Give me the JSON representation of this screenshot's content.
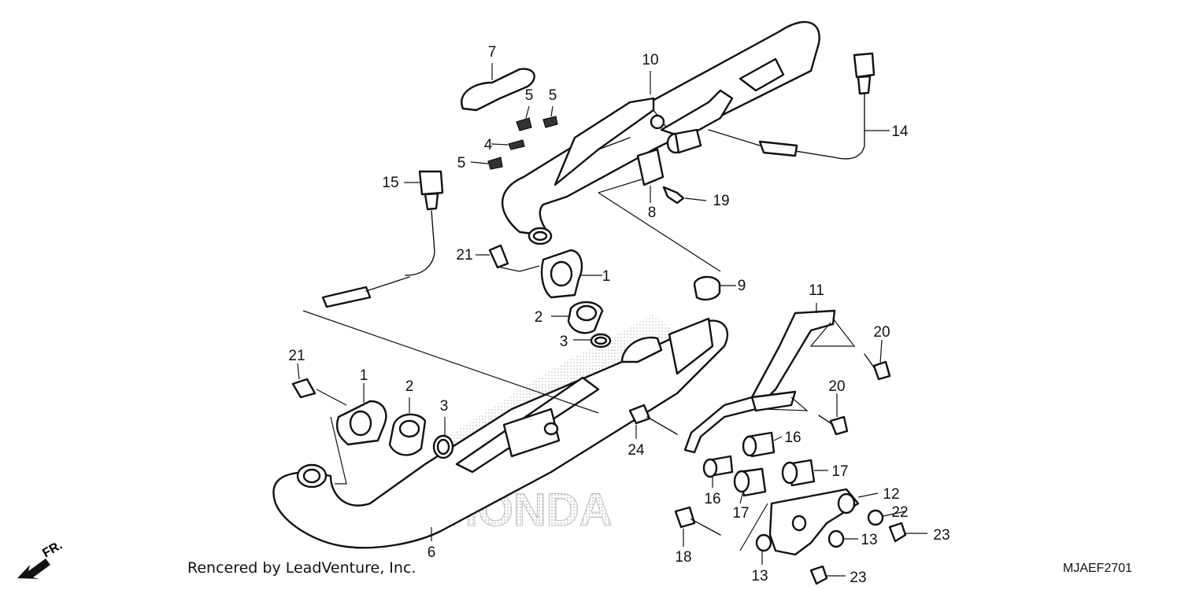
{
  "diagram": {
    "credit": "Rencered by LeadVenture, Inc.",
    "code": "MJAEF2701",
    "direction_label": "FR.",
    "watermark_text": "HONDA",
    "callouts": [
      "7",
      "10",
      "5",
      "5",
      "4",
      "5",
      "15",
      "14",
      "19",
      "8",
      "21",
      "1",
      "9",
      "2",
      "3",
      "11",
      "20",
      "21",
      "1",
      "2",
      "3",
      "20",
      "16",
      "24",
      "17",
      "16",
      "17",
      "12",
      "22",
      "13",
      "23",
      "6",
      "18",
      "13",
      "23"
    ]
  }
}
